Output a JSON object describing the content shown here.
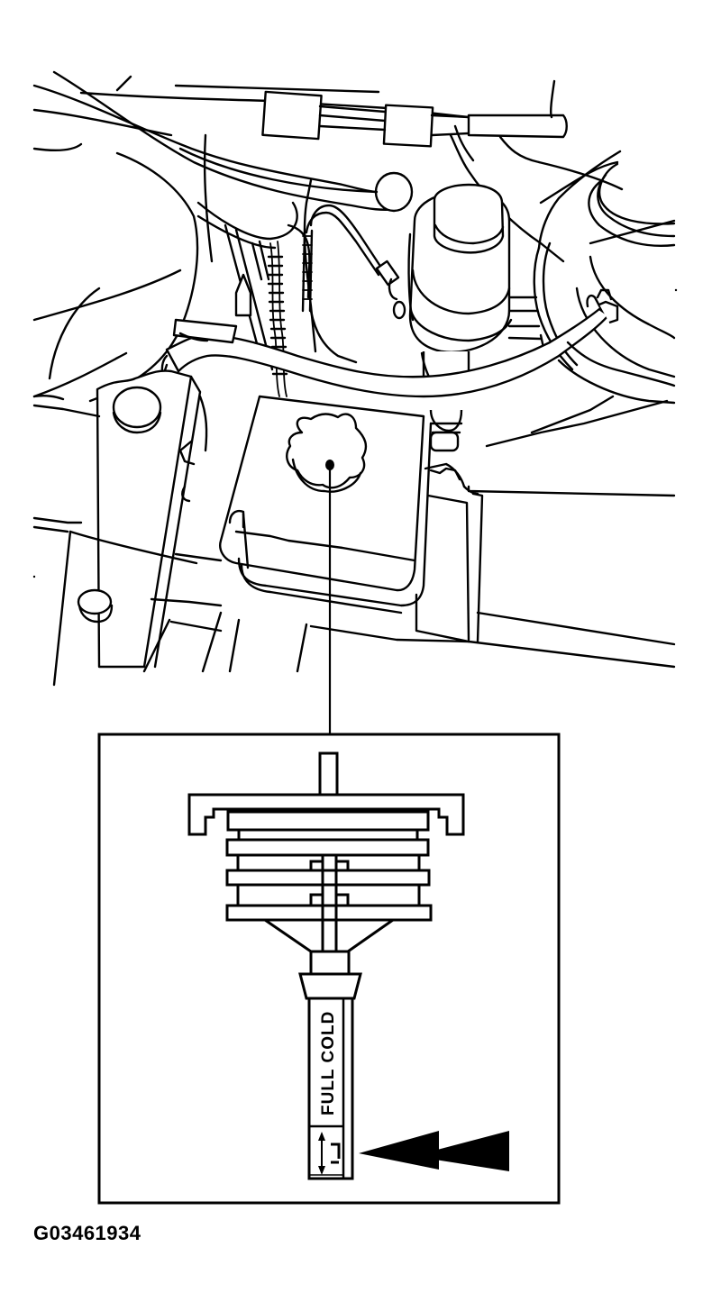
{
  "figure": {
    "id": "G03461934",
    "description": "Engine compartment view showing coolant reservoir cap with dipstick inset"
  },
  "callout": {
    "target": "coolant-reservoir-cap",
    "inset_title": ""
  },
  "dipstick": {
    "label": "FULL COLD",
    "marker": "level-range-arrows",
    "indicator": "double-arrow-pointer"
  },
  "colors": {
    "line": "#000000",
    "background": "#ffffff"
  }
}
